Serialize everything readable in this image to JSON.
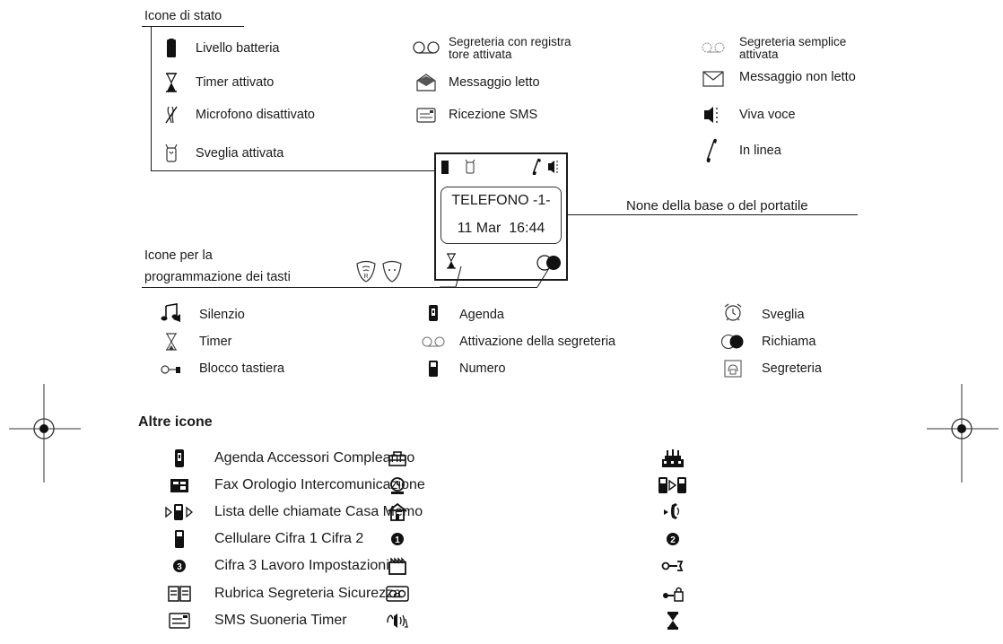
{
  "status_heading": "Icone di stato",
  "status_icons": {
    "battery": "Livello batteria",
    "timer_on": "Timer attivato",
    "mic_off": "Microfono disattivato",
    "alarm_on": "Sveglia attivata",
    "answering_recorder_line1": "Segreteria con registra",
    "answering_recorder_line2": "tore attivata",
    "message_read": "Messaggio letto",
    "sms_receive": "Ricezione SMS",
    "answering_simple_line1": "Segreteria semplice",
    "answering_simple_line2": "attivata",
    "message_unread": "Messaggio non letto",
    "speakerphone": "Viva voce",
    "in_line": "In linea"
  },
  "display": {
    "line1": "TELEFONO -1-",
    "line2": "11 Mar  16:44"
  },
  "base_name_label": "None della base o del portatile",
  "programming": {
    "heading_line1": "Icone per la",
    "heading_line2": "programmazione dei tasti"
  },
  "key_icons": {
    "silence": "Silenzio",
    "timer": "Timer",
    "keylock": "Blocco tastiera",
    "agenda": "Agenda",
    "answering_activation": "Attivazione della segreteria",
    "number": "Numero",
    "alarm": "Sveglia",
    "recall": "Richiama",
    "answering": "Segreteria"
  },
  "other_heading": "Altre icone",
  "other_rows": [
    "Agenda Accessori Compleanno",
    "Fax Orologio Intercomunicazione",
    "Lista delle chiamate Casa Memo",
    "Cellulare Cifra 1 Cifra 2",
    "Cifra 3 Lavoro Impostazioni",
    "Rubrica Segreteria Sicurezza",
    "SMS Suoneria Timer"
  ],
  "icon_names": {
    "c1": [
      "agenda-icon",
      "fax-icon",
      "call-list-icon",
      "mobile-icon",
      "digit-3-icon",
      "phonebook-icon",
      "sms-icon"
    ],
    "c2": [
      "accessories-icon",
      "clock-icon",
      "home-icon",
      "digit-1-icon",
      "work-icon",
      "answering-machine-icon",
      "ringtone-icon"
    ],
    "c3": [
      "birthday-icon",
      "intercom-icon",
      "memo-icon",
      "digit-2-icon",
      "settings-icon",
      "security-icon",
      "timer-icon"
    ]
  }
}
